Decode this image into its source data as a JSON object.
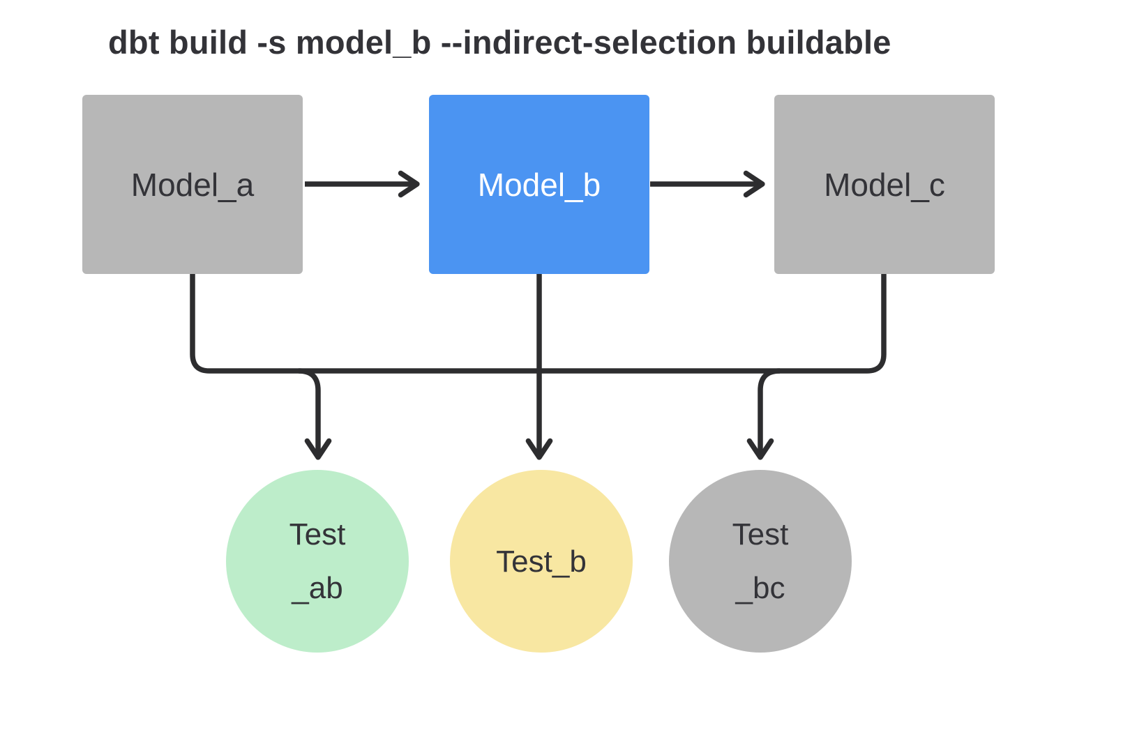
{
  "title": "dbt build -s model_b --indirect-selection buildable",
  "colors": {
    "bg": "#ffffff",
    "line": "#2d2d2f",
    "text_dark": "#333338",
    "text_light": "#ffffff",
    "gray_node": "#b7b7b7",
    "blue_node": "#4b94f2",
    "green_node": "#bdedca",
    "yellow_node": "#f8e7a2"
  },
  "nodes": {
    "model_a": {
      "label": "Model_a",
      "shape": "rect",
      "color": "#b7b7b7"
    },
    "model_b": {
      "label": "Model_b",
      "shape": "rect",
      "color": "#4b94f2",
      "selected": true
    },
    "model_c": {
      "label": "Model_c",
      "shape": "rect",
      "color": "#b7b7b7"
    },
    "test_ab": {
      "line1": "Test",
      "line2": "_ab",
      "shape": "circle",
      "color": "#bdedca"
    },
    "test_b": {
      "label": "Test_b",
      "shape": "circle",
      "color": "#f8e7a2"
    },
    "test_bc": {
      "line1": "Test",
      "line2": "_bc",
      "shape": "circle",
      "color": "#b7b7b7"
    }
  },
  "edges": [
    {
      "from": "model_a",
      "to": "model_b"
    },
    {
      "from": "model_b",
      "to": "model_c"
    },
    {
      "from": "model_a",
      "to": "test_ab"
    },
    {
      "from": "model_b",
      "to": "test_b"
    },
    {
      "from": "model_c",
      "to": "test_bc"
    }
  ]
}
